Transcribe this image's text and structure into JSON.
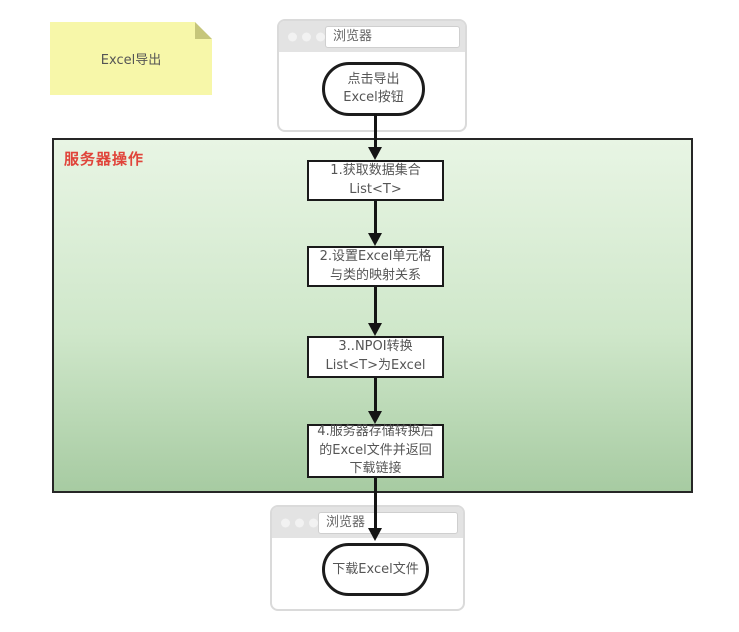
{
  "sticky_note": {
    "text": "Excel导出"
  },
  "top_browser": {
    "title": "浏览器",
    "start_node": "点击导出\nExcel按钮"
  },
  "server_box": {
    "label": "服务器操作",
    "steps": [
      "1.获取数据集合\nList<T>",
      "2.设置Excel单元格\n与类的映射关系",
      "3..NPOI转换\nList<T>为Excel",
      "4.服务器存储转换后\n的Excel文件并返回\n下载链接"
    ]
  },
  "bottom_browser": {
    "title": "浏览器",
    "end_node": "下载Excel文件"
  },
  "colors": {
    "note_yellow": "#f7f7a9",
    "note_fold": "#c6c67a",
    "server_green_top": "#e8f5e4",
    "server_green_bottom": "#a7cba2",
    "server_label_red": "#e0443a",
    "browser_header_gray": "#e3e3e3",
    "arrow_black": "#141414"
  }
}
